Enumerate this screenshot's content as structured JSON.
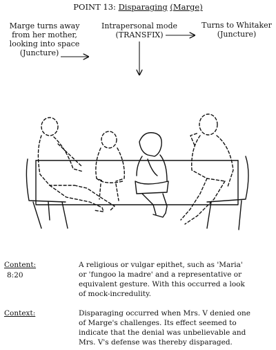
{
  "title": {
    "prefix": "POINT 13:",
    "word": "Disparaging",
    "who": "(Marge)"
  },
  "annotations": {
    "left": [
      "Marge turns away",
      "from her mother,",
      "looking into space",
      "(Juncture)"
    ],
    "center": [
      "Intrapersonal mode",
      "(TRANSFIX)"
    ],
    "right": [
      "Turns to Whitaker",
      "(Juncture)"
    ]
  },
  "content": {
    "label": "Content:",
    "time": "8:20",
    "lines": [
      "A religious or vulgar epithet, such as 'Maria'",
      "or 'fungoo la madre' and a representative or",
      "equivalent gesture.  With this occurred a look",
      "of mock-incredulity."
    ]
  },
  "context": {
    "label": "Context:",
    "lines": [
      "Disparaging occurred when Mrs. V denied one",
      "of Marge's challenges.  Its effect seemed to",
      "indicate that the denial was unbelievable and",
      "Mrs. V's defense was thereby disparaged."
    ]
  }
}
